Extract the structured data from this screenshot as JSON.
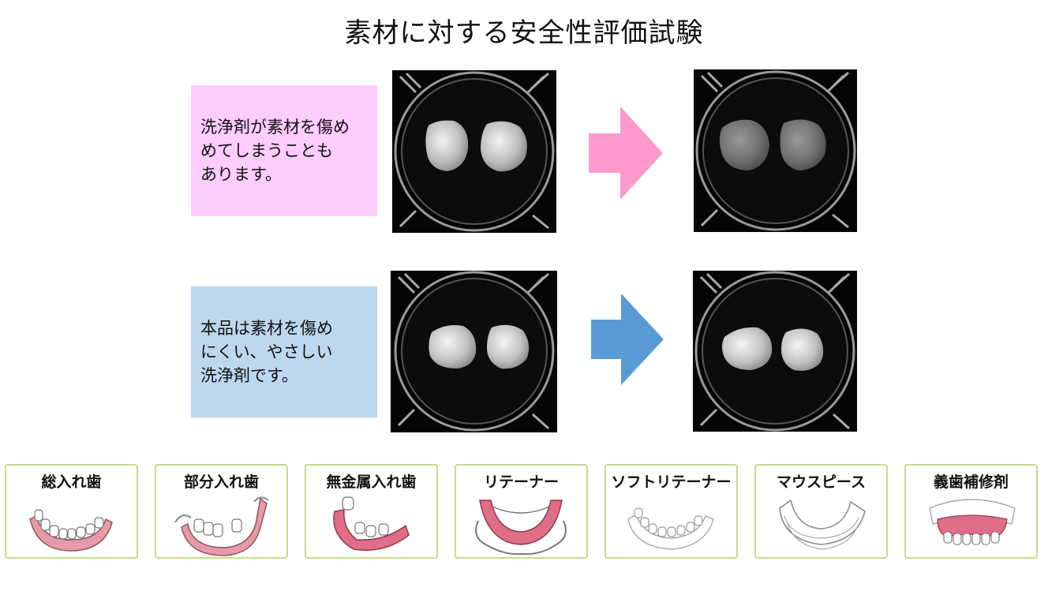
{
  "title": "素材に対する安全性評価試験",
  "rows": [
    {
      "text": "洗浄剤が素材を傷め\nめてしまうことも\nあります。",
      "color": "#ffccff",
      "arrow_color": "#ff99cc"
    },
    {
      "text": "本品は素材を傷め\nにくい、やさしい\n洗浄剤です。",
      "color": "#bdd7ee",
      "arrow_color": "#5b9bd5"
    }
  ],
  "categories": [
    {
      "label": "総入れ歯",
      "icon": "full-denture-icon"
    },
    {
      "label": "部分入れ歯",
      "icon": "partial-denture-icon"
    },
    {
      "label": "無金属入れ歯",
      "icon": "metal-free-denture-icon"
    },
    {
      "label": "リテーナー",
      "icon": "retainer-icon"
    },
    {
      "label": "ソフトリテーナー",
      "icon": "soft-retainer-icon"
    },
    {
      "label": "マウスピース",
      "icon": "mouthpiece-icon"
    },
    {
      "label": "義歯補修剤",
      "icon": "denture-repair-icon"
    }
  ]
}
